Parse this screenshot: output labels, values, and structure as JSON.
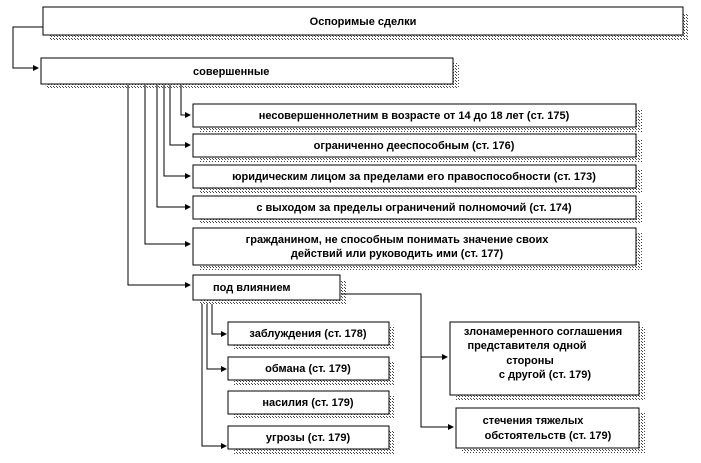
{
  "title": "Оспоримые сделки",
  "committed": "совершенные",
  "categories": [
    "несовершеннолетним в возрасте от 14 до 18 лет (ст. 175)",
    "ограниченно  дееспособным  (ст. 176)",
    "юридическим лицом за пределами его правоспособности (ст. 173)",
    "с выходом за пределы ограничений полномочий (ст. 174)",
    [
      "гражданином, не способным понимать значение своих",
      "действий или руководить ими (ст. 177)"
    ]
  ],
  "influence": "под влиянием",
  "influence_factors": [
    "заблуждения (ст. 178)",
    "обмана (ст. 179)",
    "насилия (ст. 179)",
    "угрозы (ст. 179)"
  ],
  "collusion": [
    "злонамеренного соглашения",
    "представителя одной",
    "стороны",
    "с другой  (ст. 179)"
  ],
  "hardship": [
    "стечения тяжелых",
    "обстоятельств  (ст. 179)"
  ]
}
